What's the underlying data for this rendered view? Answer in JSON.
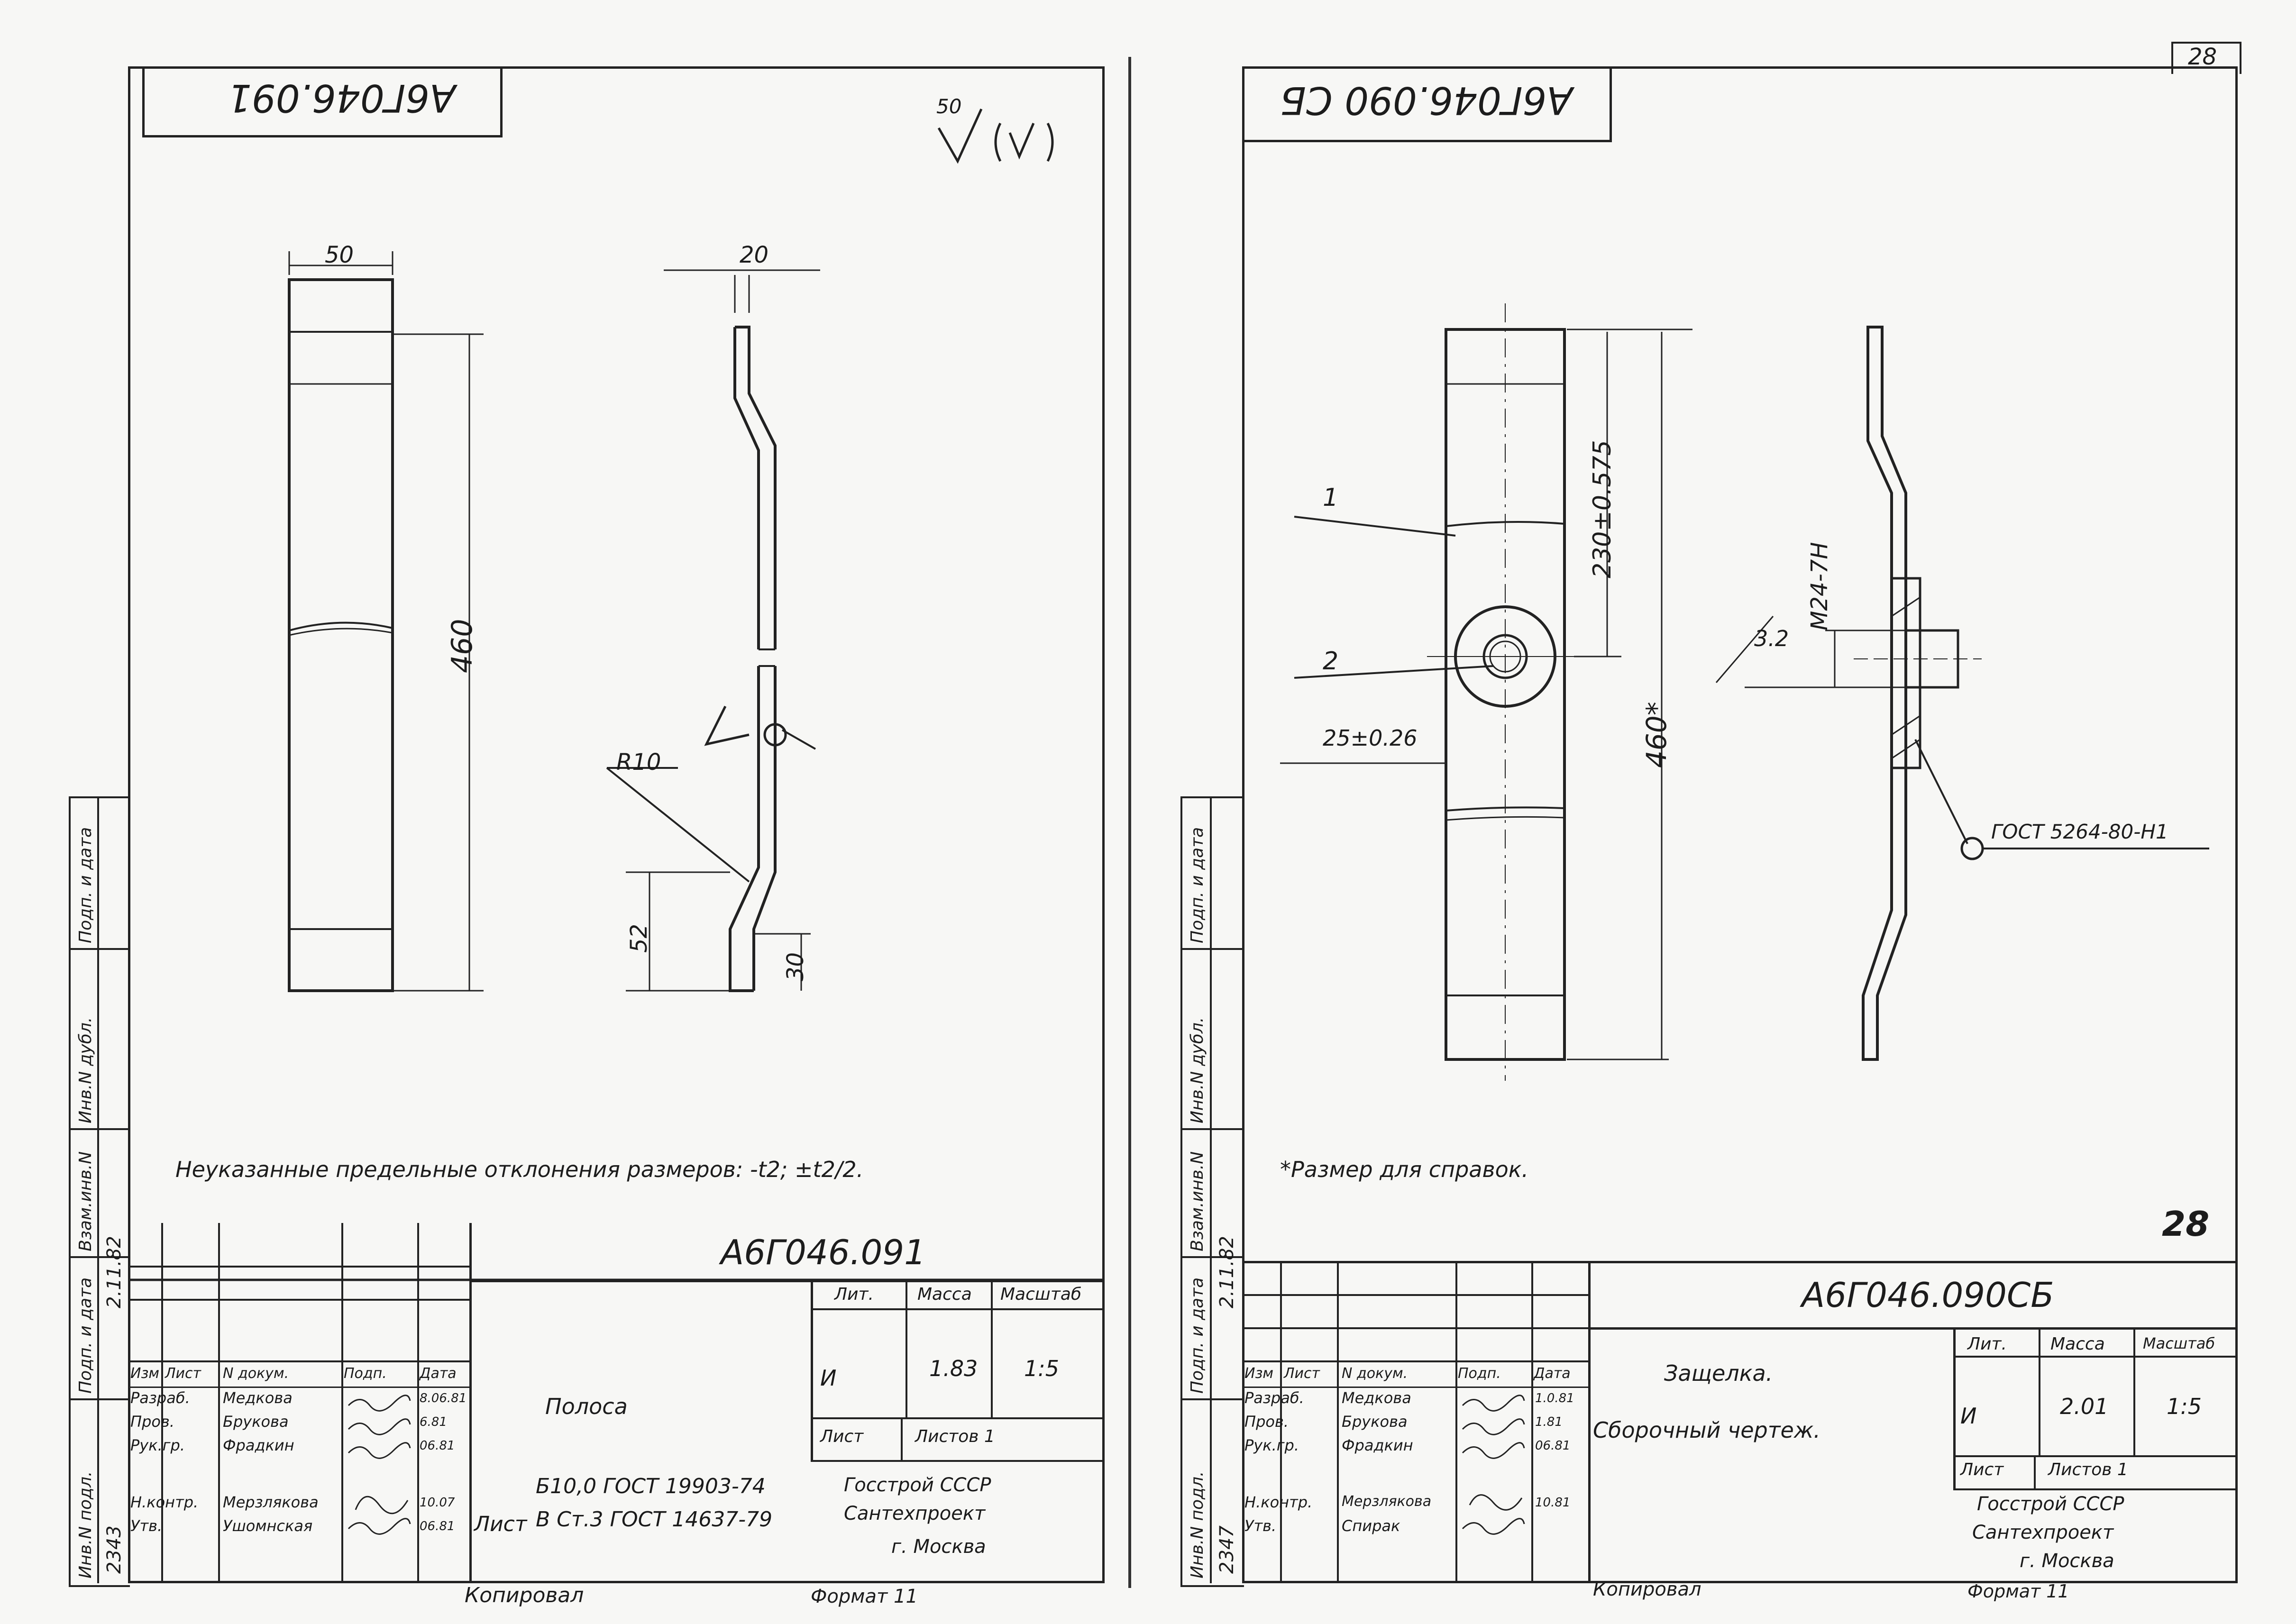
{
  "page_number": "28",
  "sheet_mark": "28",
  "left": {
    "code_top": "А6Г046.091",
    "surface_mark": "50",
    "dims": {
      "width": "50",
      "thickness": "20",
      "length": "460",
      "radius": "R10",
      "h52": "52",
      "h30": "30"
    },
    "note": "Неуказанные предельные отклонения размеров: -t2; ±t2/2.",
    "title_block": {
      "code": "А6Г046.091",
      "name": "Полоса",
      "lit": "И",
      "mass": "1.83",
      "scale": "1:5",
      "head_lit": "Лит.",
      "head_mass": "Масса",
      "head_scale": "Масштаб",
      "sheet_label": "Лист",
      "sheets_label": "Листов 1",
      "material_line1": "Б10,0 ГОСТ 19903-74",
      "material_prefix": "Лист",
      "material_line2": "В Ст.3 ГОСТ 14637-79",
      "org1": "Госстрой СССР",
      "org2": "Сантехпроект",
      "org3": "г. Москва",
      "head_row": [
        "Изм",
        "Лист",
        "N докум.",
        "Подп.",
        "Дата"
      ],
      "rows": [
        [
          "Разраб.",
          "Медкова",
          "",
          "8.06.81"
        ],
        [
          "Пров.",
          "Брукова",
          "",
          "6.81"
        ],
        [
          "Рук.гр.",
          "Фрадкин",
          "",
          "06.81"
        ],
        [
          "",
          "",
          "",
          ""
        ],
        [
          "Н.контр.",
          "Мерзлякова",
          "",
          "10.07"
        ],
        [
          "Утв.",
          "Ушомнская",
          "",
          "06.81"
        ]
      ],
      "copied": "Копировал",
      "format": "Формат 11"
    },
    "side_strip": {
      "labels": [
        "Инв.N подл.",
        "Подп. и дата",
        "Взам.инв.N",
        "Инв.N дубл.",
        "Подп. и дата"
      ],
      "inv_no": "2343",
      "date": "2.11.82"
    }
  },
  "right": {
    "code_top": "А6Г046.090 СБ",
    "dims": {
      "dim1": "230±0.575",
      "dim2": "460*",
      "thread": "M24-7H",
      "offset": "3.2",
      "width": "25±0.26"
    },
    "callouts": [
      "1",
      "2"
    ],
    "weld": "ГОСТ 5264-80-Н1",
    "note": "*Размер для справок.",
    "title_block": {
      "code": "А6Г046.090СБ",
      "name1": "Защелка.",
      "name2": "Сборочный чертеж.",
      "lit": "И",
      "mass": "2.01",
      "scale": "1:5",
      "head_lit": "Лит.",
      "head_mass": "Масса",
      "head_scale": "Масштаб",
      "sheet_label": "Лист",
      "sheets_label": "Листов 1",
      "org1": "Госстрой СССР",
      "org2": "Сантехпроект",
      "org3": "г. Москва",
      "head_row": [
        "Изм",
        "Лист",
        "N докум.",
        "Подп.",
        "Дата"
      ],
      "rows": [
        [
          "Разраб.",
          "Медкова",
          "",
          "1.0.81"
        ],
        [
          "Пров.",
          "Брукова",
          "",
          "1.81"
        ],
        [
          "Рук.гр.",
          "Фрадкин",
          "",
          "06.81"
        ],
        [
          "",
          "",
          "",
          ""
        ],
        [
          "Н.контр.",
          "Мерзлякова",
          "",
          "10.81"
        ],
        [
          "Утв.",
          "Спирак",
          "",
          ""
        ]
      ],
      "copied": "Копировал",
      "format": "Формат 11"
    },
    "side_strip": {
      "labels": [
        "Инв.N подл.",
        "Подп. и дата",
        "Взам.инв.N",
        "Инв.N дубл.",
        "Подп. и дата"
      ],
      "inv_no": "2347",
      "date": "2.11.82"
    }
  }
}
